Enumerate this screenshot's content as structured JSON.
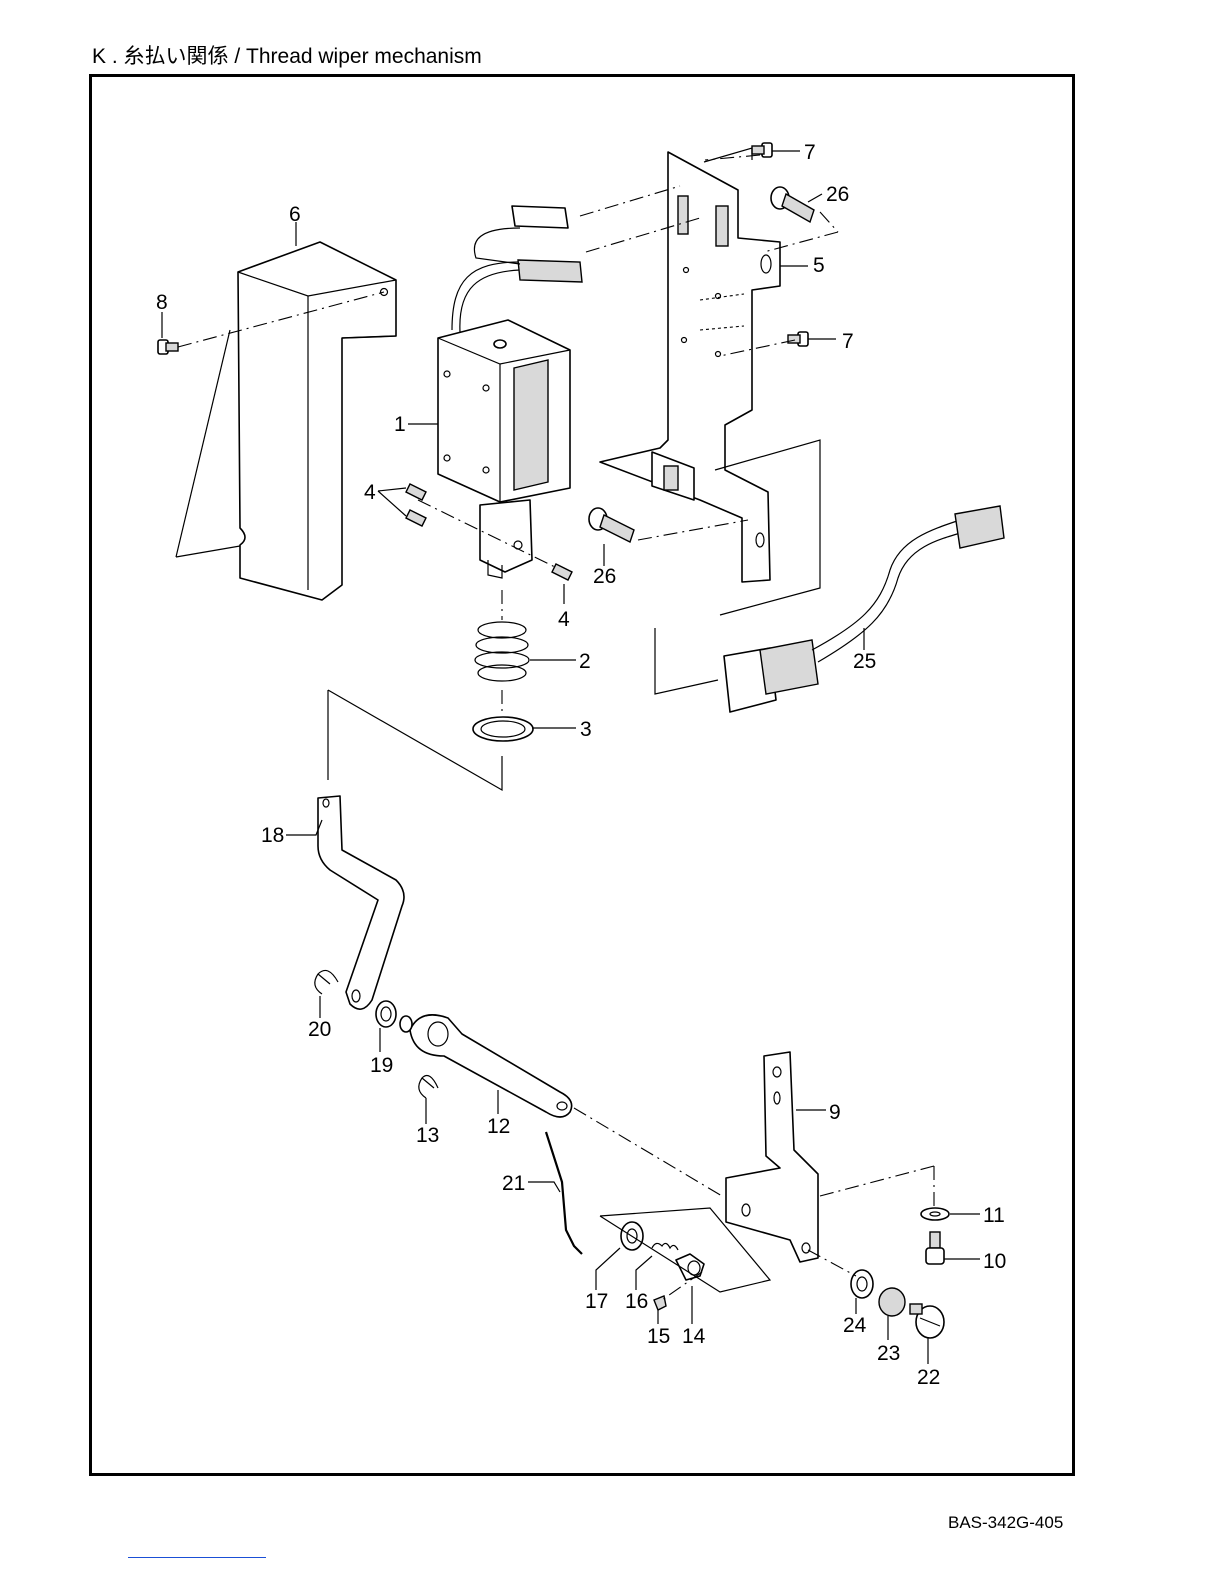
{
  "page": {
    "title": "K . 糸払い関係 / Thread wiper mechanism",
    "footer_code": "BAS-342G-405"
  },
  "callouts": [
    {
      "id": "c1",
      "label": "1",
      "part": "solenoid"
    },
    {
      "id": "c2",
      "label": "2",
      "part": "spring"
    },
    {
      "id": "c3",
      "label": "3",
      "part": "washer"
    },
    {
      "id": "c4a",
      "label": "4",
      "part": "set-screw"
    },
    {
      "id": "c4b",
      "label": "4",
      "part": "set-screw"
    },
    {
      "id": "c5",
      "label": "5",
      "part": "mounting-plate"
    },
    {
      "id": "c6",
      "label": "6",
      "part": "cover"
    },
    {
      "id": "c7a",
      "label": "7",
      "part": "screw"
    },
    {
      "id": "c7b",
      "label": "7",
      "part": "screw"
    },
    {
      "id": "c8",
      "label": "8",
      "part": "screw"
    },
    {
      "id": "c9",
      "label": "9",
      "part": "bracket"
    },
    {
      "id": "c10",
      "label": "10",
      "part": "bolt"
    },
    {
      "id": "c11",
      "label": "11",
      "part": "washer"
    },
    {
      "id": "c12",
      "label": "12",
      "part": "shaft"
    },
    {
      "id": "c13",
      "label": "13",
      "part": "e-ring"
    },
    {
      "id": "c14",
      "label": "14",
      "part": "collar"
    },
    {
      "id": "c15",
      "label": "15",
      "part": "set-screw"
    },
    {
      "id": "c16",
      "label": "16",
      "part": "spring"
    },
    {
      "id": "c17",
      "label": "17",
      "part": "washer"
    },
    {
      "id": "c18",
      "label": "18",
      "part": "lever"
    },
    {
      "id": "c19",
      "label": "19",
      "part": "washer"
    },
    {
      "id": "c20",
      "label": "20",
      "part": "e-ring"
    },
    {
      "id": "c21",
      "label": "21",
      "part": "wiper"
    },
    {
      "id": "c22",
      "label": "22",
      "part": "screw"
    },
    {
      "id": "c23",
      "label": "23",
      "part": "collar"
    },
    {
      "id": "c24",
      "label": "24",
      "part": "washer"
    },
    {
      "id": "c25",
      "label": "25",
      "part": "harness"
    },
    {
      "id": "c26a",
      "label": "26",
      "part": "bolt"
    },
    {
      "id": "c26b",
      "label": "26",
      "part": "bolt"
    }
  ]
}
